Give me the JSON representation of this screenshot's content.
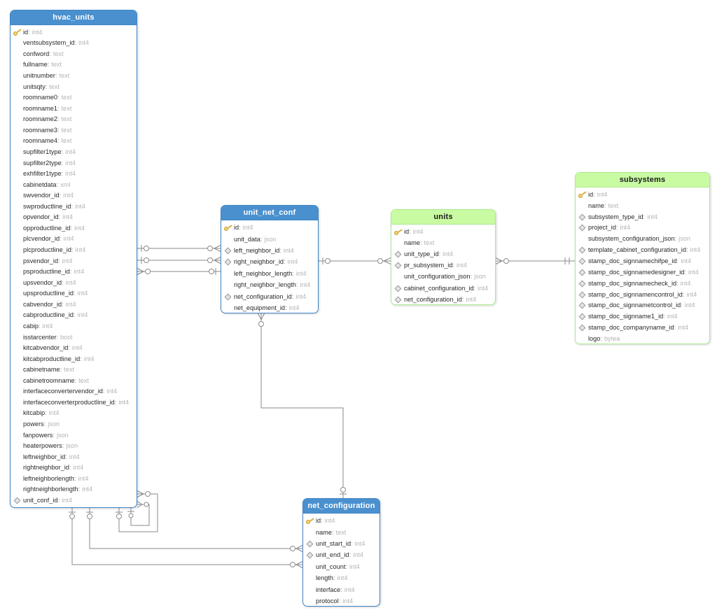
{
  "colors": {
    "blue_header": "#4a90cf",
    "blue_border": "#3e85c5",
    "green_header": "#c9fba3",
    "green_border": "#aceb8b",
    "column_name": "#2a2a2a",
    "column_type": "#b3b3b3",
    "relationship_line": "#8a8a8a",
    "key_icon_gold": "#e8b64c"
  },
  "tables": [
    {
      "title": "hvac_units",
      "style": "blue",
      "columns": [
        {
          "name": "id",
          "type": "int4",
          "icon": "key"
        },
        {
          "name": "ventsubsystem_id",
          "type": "int4",
          "icon": "none"
        },
        {
          "name": "confword",
          "type": "text",
          "icon": "none"
        },
        {
          "name": "fullname",
          "type": "text",
          "icon": "none"
        },
        {
          "name": "unitnumber",
          "type": "text",
          "icon": "none"
        },
        {
          "name": "unitsqty",
          "type": "text",
          "icon": "none"
        },
        {
          "name": "roomname0",
          "type": "text",
          "icon": "none"
        },
        {
          "name": "roomname1",
          "type": "text",
          "icon": "none"
        },
        {
          "name": "roomname2",
          "type": "text",
          "icon": "none"
        },
        {
          "name": "roomname3",
          "type": "text",
          "icon": "none"
        },
        {
          "name": "roomname4",
          "type": "text",
          "icon": "none"
        },
        {
          "name": "supfilter1type",
          "type": "int4",
          "icon": "none"
        },
        {
          "name": "supfilter2type",
          "type": "int4",
          "icon": "none"
        },
        {
          "name": "exhfilter1type",
          "type": "int4",
          "icon": "none"
        },
        {
          "name": "cabinetdata",
          "type": "xml",
          "icon": "none"
        },
        {
          "name": "swvendor_id",
          "type": "int4",
          "icon": "none"
        },
        {
          "name": "swproductline_id",
          "type": "int4",
          "icon": "none"
        },
        {
          "name": "opvendor_id",
          "type": "int4",
          "icon": "none"
        },
        {
          "name": "opproductline_id",
          "type": "int4",
          "icon": "none"
        },
        {
          "name": "plcvendor_id",
          "type": "int4",
          "icon": "none"
        },
        {
          "name": "plcproductline_id",
          "type": "int4",
          "icon": "none"
        },
        {
          "name": "psvendor_id",
          "type": "int4",
          "icon": "none"
        },
        {
          "name": "psproductline_id",
          "type": "int4",
          "icon": "none"
        },
        {
          "name": "upsvendor_id",
          "type": "int4",
          "icon": "none"
        },
        {
          "name": "upsproductline_id",
          "type": "int4",
          "icon": "none"
        },
        {
          "name": "cabvendor_id",
          "type": "int4",
          "icon": "none"
        },
        {
          "name": "cabproductline_id",
          "type": "int4",
          "icon": "none"
        },
        {
          "name": "cabip",
          "type": "int4",
          "icon": "none"
        },
        {
          "name": "isstarcenter",
          "type": "bool",
          "icon": "none"
        },
        {
          "name": "kitcabvendor_id",
          "type": "int4",
          "icon": "none"
        },
        {
          "name": "kitcabproductline_id",
          "type": "int4",
          "icon": "none"
        },
        {
          "name": "cabinetname",
          "type": "text",
          "icon": "none"
        },
        {
          "name": "cabinetroomname",
          "type": "text",
          "icon": "none"
        },
        {
          "name": "interfaceconvertervendor_id",
          "type": "int4",
          "icon": "none"
        },
        {
          "name": "interfaceconverterproductline_id",
          "type": "int4",
          "icon": "none"
        },
        {
          "name": "kitcabip",
          "type": "int4",
          "icon": "none"
        },
        {
          "name": "powers",
          "type": "json",
          "icon": "none"
        },
        {
          "name": "fanpowers",
          "type": "json",
          "icon": "none"
        },
        {
          "name": "heaterpowers",
          "type": "json",
          "icon": "none"
        },
        {
          "name": "leftneighbor_id",
          "type": "int4",
          "icon": "none"
        },
        {
          "name": "rightneighbor_id",
          "type": "int4",
          "icon": "none"
        },
        {
          "name": "leftneighborlength",
          "type": "int4",
          "icon": "none"
        },
        {
          "name": "rightneighborlength",
          "type": "int4",
          "icon": "none"
        },
        {
          "name": "unit_conf_id",
          "type": "int4",
          "icon": "fk"
        }
      ]
    },
    {
      "title": "unit_net_conf",
      "style": "blue",
      "columns": [
        {
          "name": "id",
          "type": "int4",
          "icon": "key"
        },
        {
          "name": "unit_data",
          "type": "json",
          "icon": "none"
        },
        {
          "name": "left_neighbor_id",
          "type": "int4",
          "icon": "fk"
        },
        {
          "name": "right_neighbor_id",
          "type": "int4",
          "icon": "fk"
        },
        {
          "name": "left_neighbor_length",
          "type": "int4",
          "icon": "none"
        },
        {
          "name": "right_neighbor_length",
          "type": "int4",
          "icon": "none"
        },
        {
          "name": "net_configuration_id",
          "type": "int4",
          "icon": "fk"
        },
        {
          "name": "net_equipment_id",
          "type": "int4",
          "icon": "none"
        }
      ]
    },
    {
      "title": "units",
      "style": "green",
      "columns": [
        {
          "name": "id",
          "type": "int4",
          "icon": "key"
        },
        {
          "name": "name",
          "type": "text",
          "icon": "none"
        },
        {
          "name": "unit_type_id",
          "type": "int4",
          "icon": "fk"
        },
        {
          "name": "pr_subsystem_id",
          "type": "int4",
          "icon": "fk"
        },
        {
          "name": "unit_configuration_json",
          "type": "json",
          "icon": "none"
        },
        {
          "name": "cabinet_configuration_id",
          "type": "int4",
          "icon": "fk"
        },
        {
          "name": "net_configuration_id",
          "type": "int4",
          "icon": "fk"
        }
      ]
    },
    {
      "title": "subsystems",
      "style": "green",
      "columns": [
        {
          "name": "id",
          "type": "int4",
          "icon": "key"
        },
        {
          "name": "name",
          "type": "text",
          "icon": "none"
        },
        {
          "name": "subsystem_type_id",
          "type": "int4",
          "icon": "fk"
        },
        {
          "name": "project_id",
          "type": "int4",
          "icon": "fk"
        },
        {
          "name": "subsystem_configuration_json",
          "type": "json",
          "icon": "none"
        },
        {
          "name": "template_cabinet_configuration_id",
          "type": "int4",
          "icon": "fk"
        },
        {
          "name": "stamp_doc_signnamechifpe_id",
          "type": "int4",
          "icon": "fk"
        },
        {
          "name": "stamp_doc_signnamedesigner_id",
          "type": "int4",
          "icon": "fk"
        },
        {
          "name": "stamp_doc_signnamecheck_id",
          "type": "int4",
          "icon": "fk"
        },
        {
          "name": "stamp_doc_signnamencontrol_id",
          "type": "int4",
          "icon": "fk"
        },
        {
          "name": "stamp_doc_signnametcontrol_id",
          "type": "int4",
          "icon": "fk"
        },
        {
          "name": "stamp_doc_signname1_id",
          "type": "int4",
          "icon": "fk"
        },
        {
          "name": "stamp_doc_companyname_id",
          "type": "int4",
          "icon": "fk"
        },
        {
          "name": "logo",
          "type": "bytea",
          "icon": "none"
        }
      ]
    },
    {
      "title": "net_configuration",
      "style": "blue",
      "columns": [
        {
          "name": "id",
          "type": "int4",
          "icon": "key"
        },
        {
          "name": "name",
          "type": "text",
          "icon": "none"
        },
        {
          "name": "unit_start_id",
          "type": "int4",
          "icon": "fk"
        },
        {
          "name": "unit_end_id",
          "type": "int4",
          "icon": "fk"
        },
        {
          "name": "unit_count",
          "type": "int4",
          "icon": "none"
        },
        {
          "name": "length",
          "type": "int4",
          "icon": "none"
        },
        {
          "name": "interface",
          "type": "int4",
          "icon": "none"
        },
        {
          "name": "protocol",
          "type": "int4",
          "icon": "none"
        }
      ]
    }
  ],
  "relationships": [
    {
      "from": "hvac_units",
      "to": "unit_net_conf",
      "from_end": "zero-or-one",
      "to_end": "zero-or-many"
    },
    {
      "from": "hvac_units",
      "to": "unit_net_conf",
      "from_end": "zero-or-one",
      "to_end": "zero-or-many"
    },
    {
      "from": "hvac_units",
      "to": "unit_net_conf",
      "from_end": "zero-or-many",
      "to_end": "zero-or-one"
    },
    {
      "from": "unit_net_conf",
      "to": "units",
      "from_end": "zero-or-one",
      "to_end": "zero-or-many"
    },
    {
      "from": "units",
      "to": "subsystems",
      "from_end": "zero-or-many",
      "to_end": "exactly-one"
    },
    {
      "from": "unit_net_conf",
      "to": "net_configuration",
      "from_end": "zero-or-many",
      "to_end": "zero-or-one"
    },
    {
      "from": "hvac_units",
      "to": "net_configuration",
      "from_end": "zero-or-one",
      "to_end": "zero-or-many"
    },
    {
      "from": "hvac_units",
      "to": "net_configuration",
      "from_end": "zero-or-one",
      "to_end": "zero-or-many"
    },
    {
      "from": "hvac_units",
      "to": "hvac_units",
      "from_end": "zero-or-many",
      "to_end": "zero-or-one"
    },
    {
      "from": "hvac_units",
      "to": "hvac_units",
      "from_end": "zero-or-many",
      "to_end": "zero-or-one"
    }
  ]
}
